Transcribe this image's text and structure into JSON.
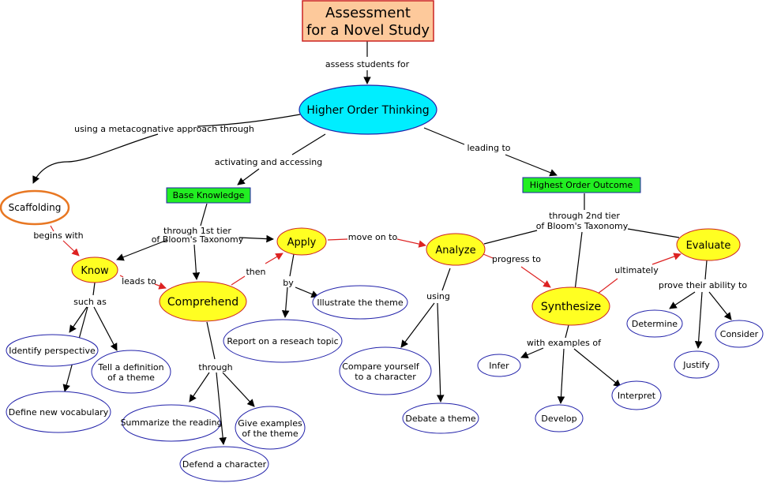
{
  "title": {
    "line1": "Assessment",
    "line2": "for a Novel Study"
  },
  "colors": {
    "title_bg": "#fdc99b",
    "hot": "#00eeff",
    "rect": "#22ee22",
    "yellow": "#ffff22",
    "red_edge": "#dd2222",
    "outline_blue": "#2222aa",
    "orange": "#e87722"
  },
  "nodes": {
    "hot": "Higher Order Thinking",
    "base": "Base Knowledge",
    "highest": "Highest Order Outcome",
    "scaffolding": "Scaffolding",
    "know": "Know",
    "comprehend": "Comprehend",
    "apply": "Apply",
    "analyze": "Analyze",
    "synthesize": "Synthesize",
    "evaluate": "Evaluate",
    "identify": "Identify perspective",
    "define_vocab": "Define new vocabulary",
    "tell_def": {
      "line1": "Tell a definition",
      "line2": "of a theme"
    },
    "report": "Report on a reseach topic",
    "illustrate": "Illustrate the theme",
    "summarize": "Summarize the reading",
    "give_examples": {
      "line1": "Give examples",
      "line2": "of the theme"
    },
    "defend": "Defend a character",
    "compare": {
      "line1": "Compare yourself",
      "line2": "to a character"
    },
    "debate": "Debate a theme",
    "infer": "Infer",
    "develop": "Develop",
    "interpret": "Interpret",
    "determine": "Determine",
    "justify": "Justify",
    "consider": "Consider"
  },
  "edge_labels": {
    "assess": "assess students for",
    "metacog": "using a metacognative approach through",
    "activating": "activating and accessing",
    "leading": "leading to",
    "begins": "begins with",
    "tier1": {
      "line1": "through 1st tier",
      "line2": "of Bloom's Taxonomy"
    },
    "tier2": {
      "line1": "through 2nd tier",
      "line2": "of Bloom's Taxonomy"
    },
    "leads": "leads to",
    "such_as": "such as",
    "then": "then",
    "by": "by",
    "through": "through",
    "move_on": "move on to",
    "using": "using",
    "progress": "progress to",
    "ultimately": "ultimately",
    "with_examples": "with examples of",
    "prove": "prove their ability to"
  }
}
